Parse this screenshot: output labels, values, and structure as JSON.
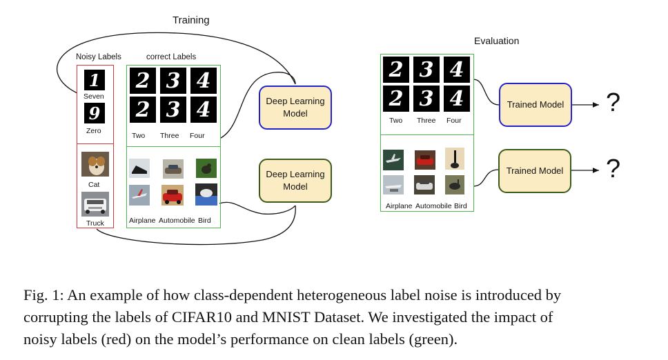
{
  "training": {
    "title": "Training",
    "noisy_labels_header": "Noisy Labels",
    "correct_labels_header": "correct Labels",
    "noisy_mnist": [
      {
        "digit": "1",
        "label": "Seven"
      },
      {
        "digit": "9",
        "label": "Zero"
      }
    ],
    "noisy_cifar": [
      {
        "label": "Cat"
      },
      {
        "label": "Truck"
      }
    ],
    "correct_mnist_digits": [
      "2",
      "3",
      "4",
      "2",
      "3",
      "4"
    ],
    "correct_mnist_labels": [
      "Two",
      "Three",
      "Four"
    ],
    "correct_cifar_labels": [
      "Airplane",
      "Automobile",
      "Bird"
    ],
    "model_top": {
      "line1": "Deep Learning",
      "line2": "Model"
    },
    "model_bottom": {
      "line1": "Deep Learning",
      "line2": "Model"
    }
  },
  "evaluation": {
    "title": "Evaluation",
    "mnist_digits": [
      "2",
      "3",
      "4",
      "2",
      "3",
      "4"
    ],
    "mnist_labels": [
      "Two",
      "Three",
      "Four"
    ],
    "cifar_labels": [
      "Airplane",
      "Automobile",
      "Bird"
    ],
    "model_top": "Trained Model",
    "model_bottom": "Trained Model",
    "output_top": "?",
    "output_bottom": "?"
  },
  "caption": {
    "line1": "Fig. 1: An example of how class-dependent heterogeneous label noise is introduced by",
    "line2": "corrupting the labels of CIFAR10 and MNIST Dataset. We investigated the impact of",
    "line3": "noisy labels (red) on the model’s performance on clean labels (green)."
  },
  "colors": {
    "noisy": "#d9343a",
    "clean": "#4cb84c",
    "model_fill": "#fbecc4",
    "model_blue": "#2222cc",
    "model_green": "#3a5a1a"
  },
  "icons": {
    "thumbs": [
      "dog-photo",
      "truck-photo",
      "shoe-photo",
      "car-photo",
      "bird-photo",
      "airplane-photo",
      "ostrich-photo"
    ]
  }
}
